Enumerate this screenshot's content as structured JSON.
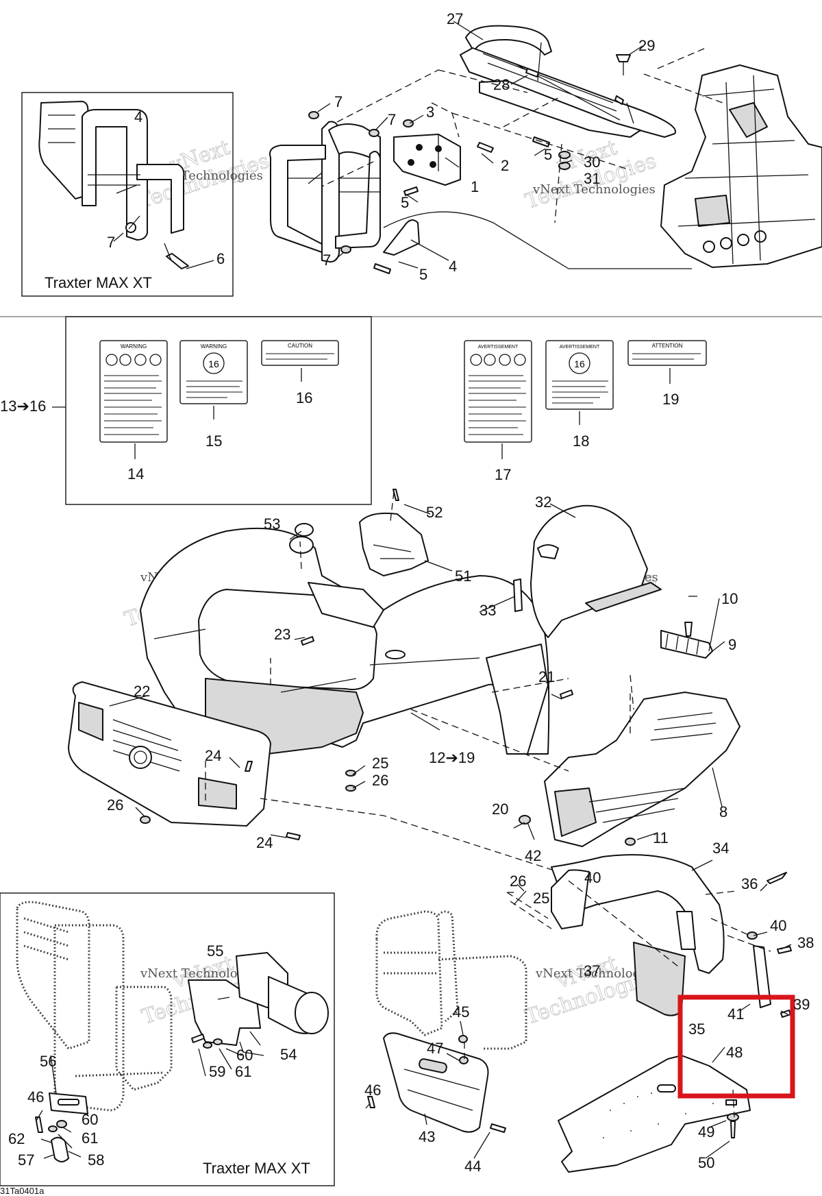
{
  "captions": {
    "top_left_box": "Traxter MAX XT",
    "bottom_left_box": "Traxter MAX XT",
    "corner_code": "31Ta0401a",
    "ref_13_16": "13➔16",
    "ref_12_19": "12➔19"
  },
  "watermark": {
    "line1": "vNext",
    "line2": "Technologies",
    "company": "vNext Technologies"
  },
  "highlight": {
    "color": "#d9141b"
  },
  "callouts": {
    "n1": "1",
    "n2": "2",
    "n3": "3",
    "n4a": "4",
    "n4b": "4",
    "n5a": "5",
    "n5b": "5",
    "n5c": "5",
    "n6": "6",
    "n7a": "7",
    "n7b": "7",
    "n7c": "7",
    "n7d": "7",
    "n8": "8",
    "n9": "9",
    "n10": "10",
    "n11": "11",
    "n14": "14",
    "n15": "15",
    "n16": "16",
    "n17": "17",
    "n18": "18",
    "n19": "19",
    "n20": "20",
    "n21": "21",
    "n22": "22",
    "n23": "23",
    "n24a": "24",
    "n24b": "24",
    "n25a": "25",
    "n25b": "25",
    "n26a": "26",
    "n26b": "26",
    "n26c": "26",
    "n27": "27",
    "n28": "28",
    "n29": "29",
    "n30": "30",
    "n31": "31",
    "n32": "32",
    "n33": "33",
    "n34": "34",
    "n35": "35",
    "n36": "36",
    "n37": "37",
    "n38": "38",
    "n39": "39",
    "n40a": "40",
    "n40b": "40",
    "n41": "41",
    "n42": "42",
    "n43": "43",
    "n44": "44",
    "n45": "45",
    "n46a": "46",
    "n46b": "46",
    "n47": "47",
    "n48": "48",
    "n49": "49",
    "n50": "50",
    "n51": "51",
    "n52": "52",
    "n53": "53",
    "n54": "54",
    "n55": "55",
    "n56": "56",
    "n57": "57",
    "n58": "58",
    "n59": "59",
    "n60a": "60",
    "n60b": "60",
    "n61a": "61",
    "n61b": "61",
    "n62": "62"
  },
  "decals": {
    "d14": "WARNING",
    "d15": "WARNING",
    "d16": "CAUTION",
    "d17": "AVERTISSEMENT",
    "d18": "AVERTISSEMENT",
    "d19": "ATTENTION",
    "age": "16"
  }
}
